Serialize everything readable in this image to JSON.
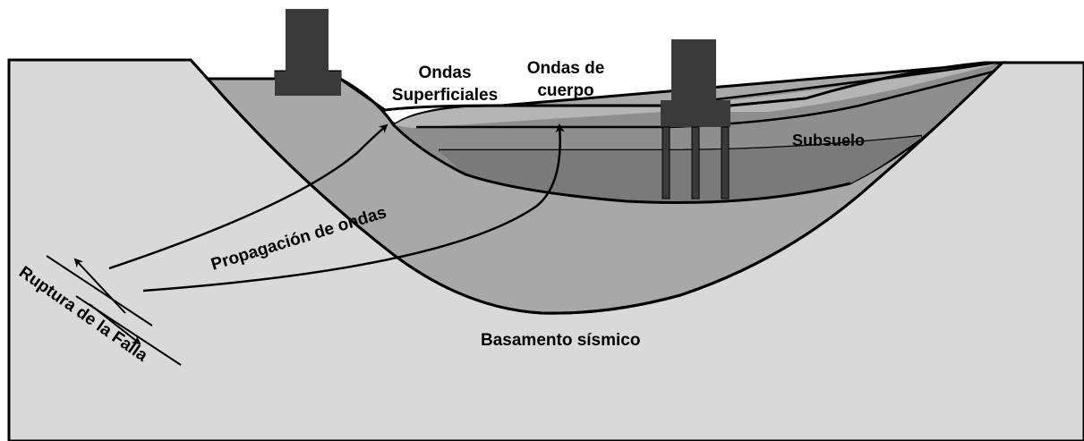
{
  "labels": {
    "surface_waves_line1": "Ondas",
    "surface_waves_line2": "Superficiales",
    "body_waves_line1": "Ondas de",
    "body_waves_line2": "cuerpo",
    "subsoil": "Subsuelo",
    "wave_propagation": "Propagación de ondas",
    "seismic_basement": "Basamento sísmico",
    "fault_rupture": "Ruptura de la Falla"
  },
  "colors": {
    "background": "#ffffff",
    "bedrock": "#d9d9d9",
    "basin_outer_fill": "#a8a8a8",
    "layer_middle_fill": "#8e8e8e",
    "layer_lower_fill": "#7a7a7a",
    "building": "#3a3a3a",
    "outline": "#000000"
  }
}
